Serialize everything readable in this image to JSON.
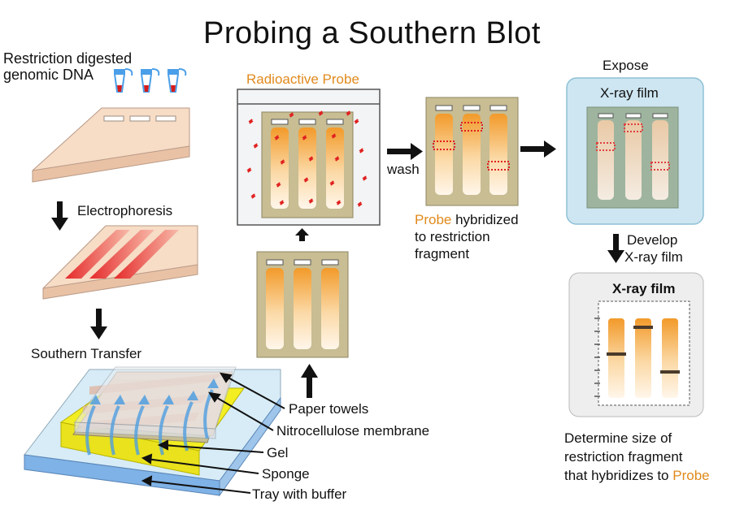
{
  "title": "Probing a Southern Blot",
  "colors": {
    "probe_orange": "#e08a1c",
    "radioactive_red": "#e02020",
    "gel_pink": "#f6dcc6",
    "membrane_olive": "#c8bd93",
    "xray_blue": "#cde6f1",
    "sponge_yellow": "#f2ee22",
    "buffer_blue": "#7fb2e6"
  },
  "labels": {
    "restriction_line1": "Restriction digested",
    "restriction_line2": "genomic DNA",
    "electrophoresis": "Electrophoresis",
    "southern_transfer": "Southern Transfer",
    "radioactive_probe": "Radioactive Probe",
    "wash": "wash",
    "probe_word": "Probe",
    "hybridized_rest": " hybridized",
    "hybridized_line2": "to restriction",
    "hybridized_line3": "fragment",
    "expose": "Expose",
    "xray_film": "X-ray film",
    "develop_line1": "Develop",
    "develop_line2": "X-ray film",
    "xray_film_developed": "X-ray film",
    "determine_line1": "Determine size of",
    "determine_line2": "restriction fragment",
    "determine_line3_prefix": "that hybridizes to ",
    "determine_probe": "Probe"
  },
  "transfer_callouts": {
    "paper_towels": "Paper towels",
    "nitrocellulose": "Nitrocellulose membrane",
    "gel": "Gel",
    "sponge": "Sponge",
    "tray": "Tray with buffer"
  },
  "icons": [
    "pipette-tube-icon",
    "down-arrow-icon",
    "up-arrow-icon",
    "right-arrow-icon",
    "radioactive-squiggle-icon"
  ]
}
